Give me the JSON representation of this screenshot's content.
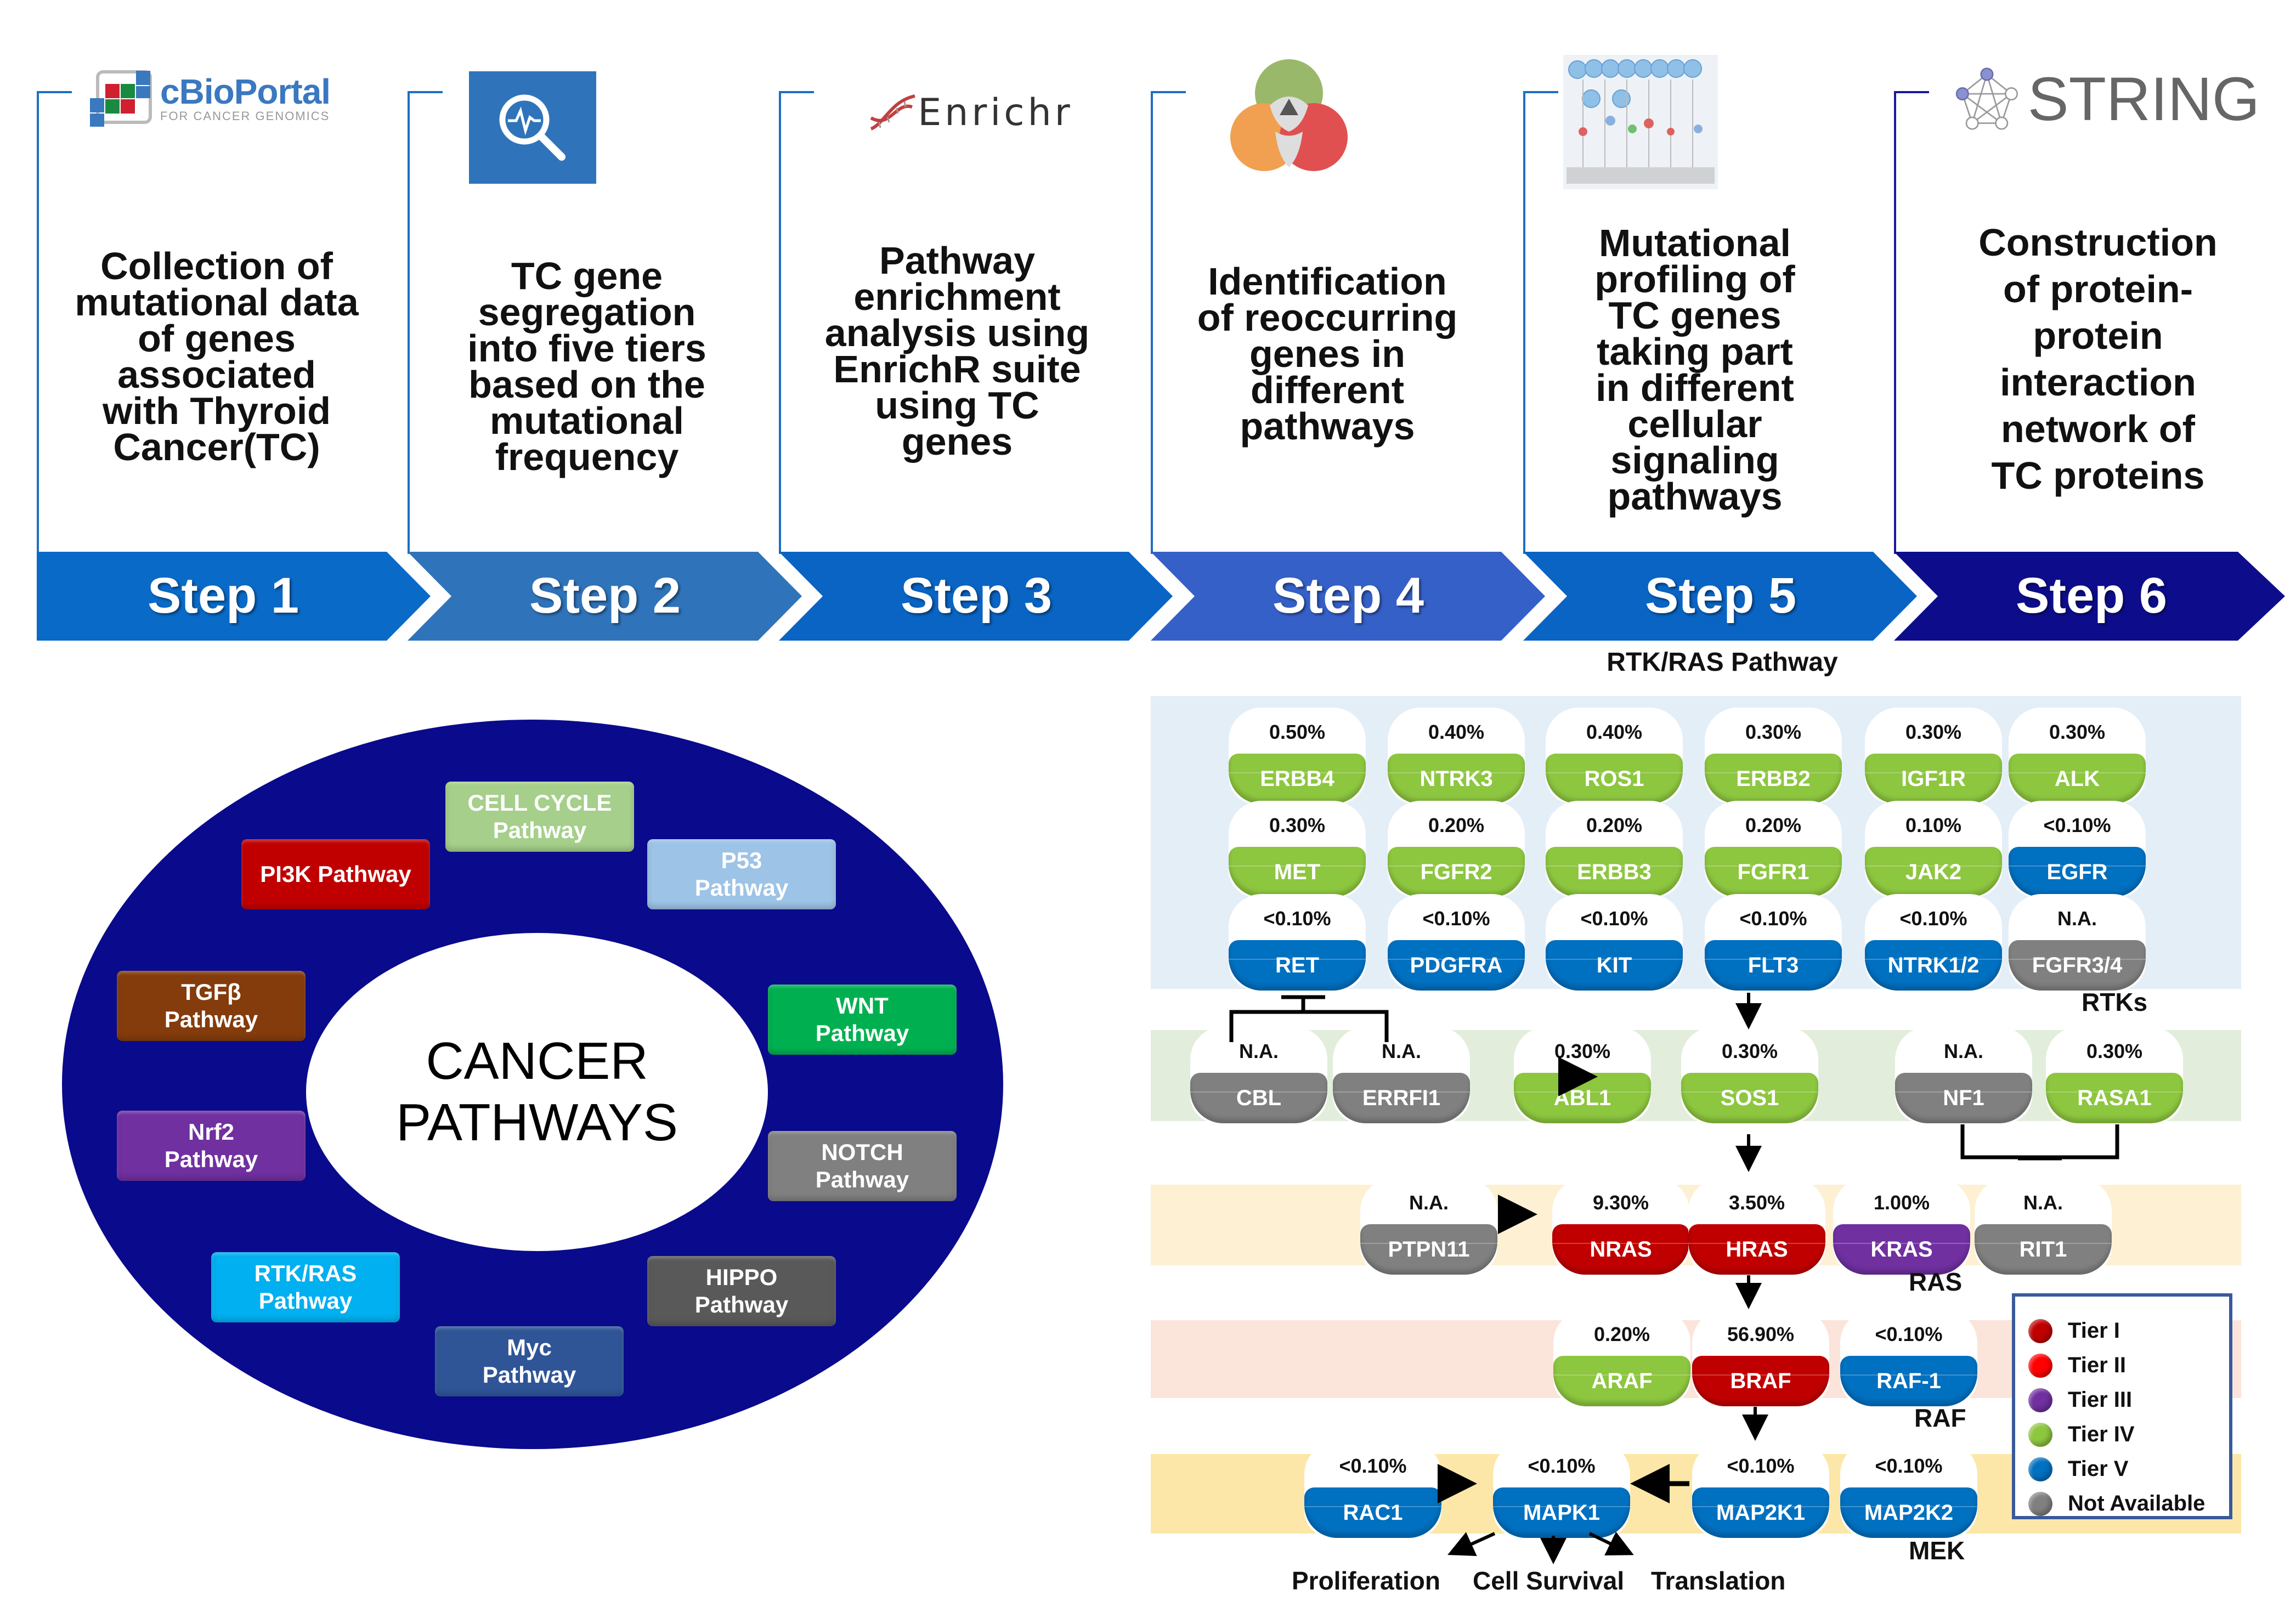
{
  "steps": [
    {
      "label": "Step 1",
      "logo": "cBioPortal",
      "logo_sub": "FOR CANCER GENOMICS",
      "logo_icon": "cbioportal-logo-icon",
      "text": "Collection of\nmutational data\nof genes\nassociated\nwith Thyroid\nCancer(TC)",
      "color": "#0a6ac8"
    },
    {
      "label": "Step 2",
      "logo_icon": "analysis-search-icon",
      "text": "TC gene\nsegregation\ninto five tiers\nbased on the\nmutational\nfrequency",
      "color": "#2f74ba"
    },
    {
      "label": "Step 3",
      "logo": "Enrichr",
      "logo_icon": "dna-icon",
      "text": "Pathway\nenrichment\nanalysis using\nEnrichR suite\nusing TC\ngenes",
      "color": "#0a64c4"
    },
    {
      "label": "Step 4",
      "logo_icon": "venn-diagram-icon",
      "text": "Identification\nof reoccurring\ngenes in\ndifferent\npathways",
      "color": "#3560c8"
    },
    {
      "label": "Step 5",
      "logo_icon": "mutation-lollipop-plot-icon",
      "text": "Mutational\nprofiling of\nTC genes\ntaking part\nin different\ncellular\nsignaling\npathways",
      "color": "#0a64c4"
    },
    {
      "label": "Step 6",
      "logo": "STRING",
      "logo_icon": "network-icon",
      "text": "Construction\nof protein-\nprotein\ninteraction\nnetwork of\nTC proteins",
      "color": "#0d0d8c"
    }
  ],
  "cancer_pathways": {
    "center_line1": "CANCER",
    "center_line2": "PATHWAYS",
    "ring_color": "#0a0a8c",
    "items": [
      {
        "line1": "CELL CYCLE",
        "line2": "Pathway",
        "color": "#a5cf8a"
      },
      {
        "line1": "PI3K Pathway",
        "line2": "",
        "color": "#c00000"
      },
      {
        "line1": "P53",
        "line2": "Pathway",
        "color": "#9dc3e6"
      },
      {
        "line1": "TGFβ",
        "line2": "Pathway",
        "color": "#843c0c"
      },
      {
        "line1": "WNT",
        "line2": "Pathway",
        "color": "#00b050"
      },
      {
        "line1": "Nrf2",
        "line2": "Pathway",
        "color": "#7030a0"
      },
      {
        "line1": "NOTCH",
        "line2": "Pathway",
        "color": "#808080"
      },
      {
        "line1": "RTK/RAS",
        "line2": "Pathway",
        "color": "#00b0f0"
      },
      {
        "line1": "HIPPO",
        "line2": "Pathway",
        "color": "#595959"
      },
      {
        "line1": "Myc",
        "line2": "Pathway",
        "color": "#2f5597"
      }
    ]
  },
  "rtk_ras": {
    "title": "RTK/RAS Pathway",
    "tier_colors": {
      "I": "#c00000",
      "II": "#ff0000",
      "III": "#7030a0",
      "IV": "#8dc63f",
      "V": "#0070c0",
      "NA": "#808080"
    },
    "band_labels": {
      "rtks": "RTKs",
      "ras": "RAS",
      "raf": "RAF",
      "mek": "MEK"
    },
    "rtk_genes": [
      {
        "gene": "ERBB4",
        "pct": "0.50%",
        "tier": "IV"
      },
      {
        "gene": "NTRK3",
        "pct": "0.40%",
        "tier": "IV"
      },
      {
        "gene": "ROS1",
        "pct": "0.40%",
        "tier": "IV"
      },
      {
        "gene": "ERBB2",
        "pct": "0.30%",
        "tier": "IV"
      },
      {
        "gene": "IGF1R",
        "pct": "0.30%",
        "tier": "IV"
      },
      {
        "gene": "ALK",
        "pct": "0.30%",
        "tier": "IV"
      },
      {
        "gene": "MET",
        "pct": "0.30%",
        "tier": "IV"
      },
      {
        "gene": "FGFR2",
        "pct": "0.20%",
        "tier": "IV"
      },
      {
        "gene": "ERBB3",
        "pct": "0.20%",
        "tier": "IV"
      },
      {
        "gene": "FGFR1",
        "pct": "0.20%",
        "tier": "IV"
      },
      {
        "gene": "JAK2",
        "pct": "0.10%",
        "tier": "IV"
      },
      {
        "gene": "EGFR",
        "pct": "<0.10%",
        "tier": "V"
      },
      {
        "gene": "RET",
        "pct": "<0.10%",
        "tier": "V"
      },
      {
        "gene": "PDGFRA",
        "pct": "<0.10%",
        "tier": "V"
      },
      {
        "gene": "KIT",
        "pct": "<0.10%",
        "tier": "V"
      },
      {
        "gene": "FLT3",
        "pct": "<0.10%",
        "tier": "V"
      },
      {
        "gene": "NTRK1/2",
        "pct": "<0.10%",
        "tier": "V"
      },
      {
        "gene": "FGFR3/4",
        "pct": "N.A.",
        "tier": "NA"
      }
    ],
    "regulator_genes": [
      {
        "gene": "CBL",
        "pct": "N.A.",
        "tier": "NA"
      },
      {
        "gene": "ERRFI1",
        "pct": "N.A.",
        "tier": "NA"
      },
      {
        "gene": "ABL1",
        "pct": "0.30%",
        "tier": "IV"
      },
      {
        "gene": "SOS1",
        "pct": "0.30%",
        "tier": "IV"
      },
      {
        "gene": "NF1",
        "pct": "N.A.",
        "tier": "NA"
      },
      {
        "gene": "RASA1",
        "pct": "0.30%",
        "tier": "IV"
      }
    ],
    "ras_genes": [
      {
        "gene": "PTPN11",
        "pct": "N.A.",
        "tier": "NA"
      },
      {
        "gene": "NRAS",
        "pct": "9.30%",
        "tier": "I"
      },
      {
        "gene": "HRAS",
        "pct": "3.50%",
        "tier": "I"
      },
      {
        "gene": "KRAS",
        "pct": "1.00%",
        "tier": "III"
      },
      {
        "gene": "RIT1",
        "pct": "N.A.",
        "tier": "NA"
      }
    ],
    "raf_genes": [
      {
        "gene": "ARAF",
        "pct": "0.20%",
        "tier": "IV"
      },
      {
        "gene": "BRAF",
        "pct": "56.90%",
        "tier": "I"
      },
      {
        "gene": "RAF-1",
        "pct": "<0.10%",
        "tier": "V"
      }
    ],
    "mek_genes": [
      {
        "gene": "RAC1",
        "pct": "<0.10%",
        "tier": "V"
      },
      {
        "gene": "MAPK1",
        "pct": "<0.10%",
        "tier": "V"
      },
      {
        "gene": "MAP2K1",
        "pct": "<0.10%",
        "tier": "V"
      },
      {
        "gene": "MAP2K2",
        "pct": "<0.10%",
        "tier": "V"
      }
    ],
    "outcomes": [
      "Proliferation",
      "Cell Survival",
      "Translation"
    ],
    "legend": [
      {
        "label": "Tier I",
        "color": "#c00000"
      },
      {
        "label": "Tier II",
        "color": "#ff0000"
      },
      {
        "label": "Tier III",
        "color": "#7030a0"
      },
      {
        "label": "Tier IV",
        "color": "#8dc63f"
      },
      {
        "label": "Tier V",
        "color": "#0070c0"
      },
      {
        "label": "Not Available",
        "color": "#808080"
      }
    ]
  }
}
